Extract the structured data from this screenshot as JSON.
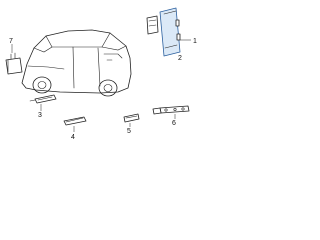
{
  "callouts": [
    "1",
    "2",
    "3",
    "4",
    "5",
    "6",
    "7"
  ],
  "colors": {
    "highlight_part": "#2a5f9e",
    "highlight_fill": "#dbe9f7",
    "line": "#222222"
  }
}
